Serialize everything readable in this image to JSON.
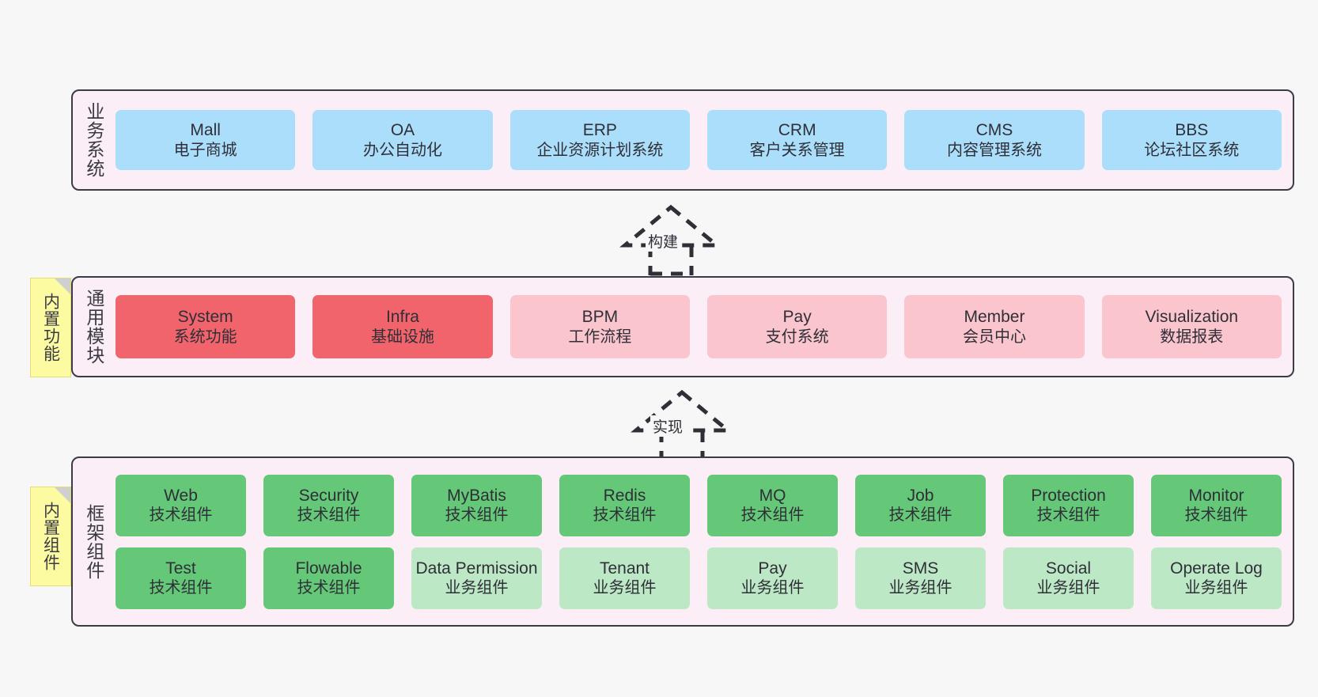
{
  "diagram": {
    "background": "#f7f7f7",
    "container_fill": "#fbeef6",
    "container_stroke": "#3c3c46"
  },
  "notes": [
    {
      "id": "builtin-functions",
      "text": "内置功能",
      "color": "#fdfba2"
    },
    {
      "id": "builtin-components",
      "text": "内置组件",
      "color": "#fdfba2"
    }
  ],
  "arrows": [
    {
      "id": "build",
      "label": "构建",
      "style": "dashed-generalization",
      "direction": "up"
    },
    {
      "id": "implement",
      "label": "实现",
      "style": "dashed-generalization",
      "direction": "up"
    }
  ],
  "layers": [
    {
      "id": "business-systems",
      "title": "业务系统",
      "rows": [
        {
          "cells": [
            {
              "name": "Mall",
              "sub": "电子商城",
              "color": "#abdefb",
              "variant": "blue"
            },
            {
              "name": "OA",
              "sub": "办公自动化",
              "color": "#abdefb",
              "variant": "blue"
            },
            {
              "name": "ERP",
              "sub": "企业资源计划系统",
              "color": "#abdefb",
              "variant": "blue"
            },
            {
              "name": "CRM",
              "sub": "客户关系管理",
              "color": "#abdefb",
              "variant": "blue"
            },
            {
              "name": "CMS",
              "sub": "内容管理系统",
              "color": "#abdefb",
              "variant": "blue"
            },
            {
              "name": "BBS",
              "sub": "论坛社区系统",
              "color": "#abdefb",
              "variant": "blue"
            }
          ]
        }
      ]
    },
    {
      "id": "common-modules",
      "title": "通用模块",
      "rows": [
        {
          "cells": [
            {
              "name": "System",
              "sub": "系统功能",
              "color": "#f2646c",
              "variant": "red"
            },
            {
              "name": "Infra",
              "sub": "基础设施",
              "color": "#f2646c",
              "variant": "red"
            },
            {
              "name": "BPM",
              "sub": "工作流程",
              "color": "#fbc5ce",
              "variant": "pink"
            },
            {
              "name": "Pay",
              "sub": "支付系统",
              "color": "#fbc5ce",
              "variant": "pink"
            },
            {
              "name": "Member",
              "sub": "会员中心",
              "color": "#fbc5ce",
              "variant": "pink"
            },
            {
              "name": "Visualization",
              "sub": "数据报表",
              "color": "#fbc5ce",
              "variant": "pink"
            }
          ]
        }
      ]
    },
    {
      "id": "framework-components",
      "title": "框架组件",
      "rows": [
        {
          "cells": [
            {
              "name": "Web",
              "sub": "技术组件",
              "color": "#64c878",
              "variant": "green"
            },
            {
              "name": "Security",
              "sub": "技术组件",
              "color": "#64c878",
              "variant": "green"
            },
            {
              "name": "MyBatis",
              "sub": "技术组件",
              "color": "#64c878",
              "variant": "green"
            },
            {
              "name": "Redis",
              "sub": "技术组件",
              "color": "#64c878",
              "variant": "green"
            },
            {
              "name": "MQ",
              "sub": "技术组件",
              "color": "#64c878",
              "variant": "green"
            },
            {
              "name": "Job",
              "sub": "技术组件",
              "color": "#64c878",
              "variant": "green"
            },
            {
              "name": "Protection",
              "sub": "技术组件",
              "color": "#64c878",
              "variant": "green"
            },
            {
              "name": "Monitor",
              "sub": "技术组件",
              "color": "#64c878",
              "variant": "green"
            }
          ]
        },
        {
          "cells": [
            {
              "name": "Test",
              "sub": "技术组件",
              "color": "#64c878",
              "variant": "green"
            },
            {
              "name": "Flowable",
              "sub": "技术组件",
              "color": "#64c878",
              "variant": "green"
            },
            {
              "name": "Data Permission",
              "sub": "业务组件",
              "color": "#bde8c6",
              "variant": "lightgreen"
            },
            {
              "name": "Tenant",
              "sub": "业务组件",
              "color": "#bde8c6",
              "variant": "lightgreen"
            },
            {
              "name": "Pay",
              "sub": "业务组件",
              "color": "#bde8c6",
              "variant": "lightgreen"
            },
            {
              "name": "SMS",
              "sub": "业务组件",
              "color": "#bde8c6",
              "variant": "lightgreen"
            },
            {
              "name": "Social",
              "sub": "业务组件",
              "color": "#bde8c6",
              "variant": "lightgreen"
            },
            {
              "name": "Operate Log",
              "sub": "业务组件",
              "color": "#bde8c6",
              "variant": "lightgreen"
            }
          ]
        }
      ]
    }
  ]
}
